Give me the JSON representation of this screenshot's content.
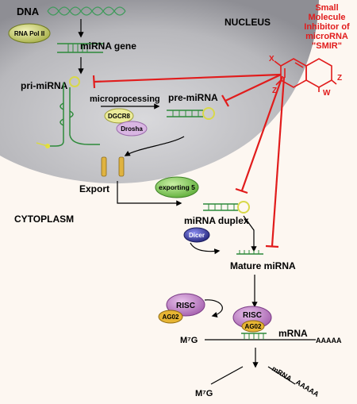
{
  "labels": {
    "dna": "DNA",
    "nucleus": "NUCLEUS",
    "rna_pol": "RNA Pol II",
    "mirna_gene": "miRNA gene",
    "pri_mirna": "pri-miRNA",
    "microprocessing": "microprocessing",
    "pre_mirna": "pre-miRNA",
    "dgcr8": "DGCR8",
    "drosha": "Drosha",
    "export": "Export",
    "exporting5": "exporting 5",
    "cytoplasm": "CYTOPLASM",
    "mirna_duplex": "miRNA duplex",
    "dicer": "Dicer",
    "mature_mirna": "Mature miRNA",
    "risc1": "RISC",
    "ag02_1": "AG02",
    "risc2": "RISC",
    "ag02_2": "AG02",
    "m7g_1": "M⁷G",
    "mrna_1": "mRNA",
    "aaaaa_1": "AAAAA",
    "m7g_2": "M⁷G",
    "mrna_2": "mRNA",
    "aaaaa_2": "AAAAA"
  },
  "smir": {
    "title_lines": [
      "Small",
      "Molecule",
      "Inhibitor of",
      "microRNA",
      "\"SMIR\""
    ],
    "x": "X",
    "z1": "Z",
    "z2": "Z",
    "w": "W"
  },
  "colors": {
    "inhibitor_red": "#e11c1c",
    "nucleus_gray": "#b9b9bd",
    "rna_green": "#2d8a3a",
    "hairpin_yellow": "#d8d84a",
    "pol_green": "#c8cf78",
    "dgcr8_yellow": "#ecec9a",
    "drosha_pink": "#d9b6e3",
    "exporting_green": "#94d36a",
    "dicer_blue": "#3d3fa8",
    "risc_purple": "#c17cc6",
    "ag02_orange": "#e7b534"
  }
}
